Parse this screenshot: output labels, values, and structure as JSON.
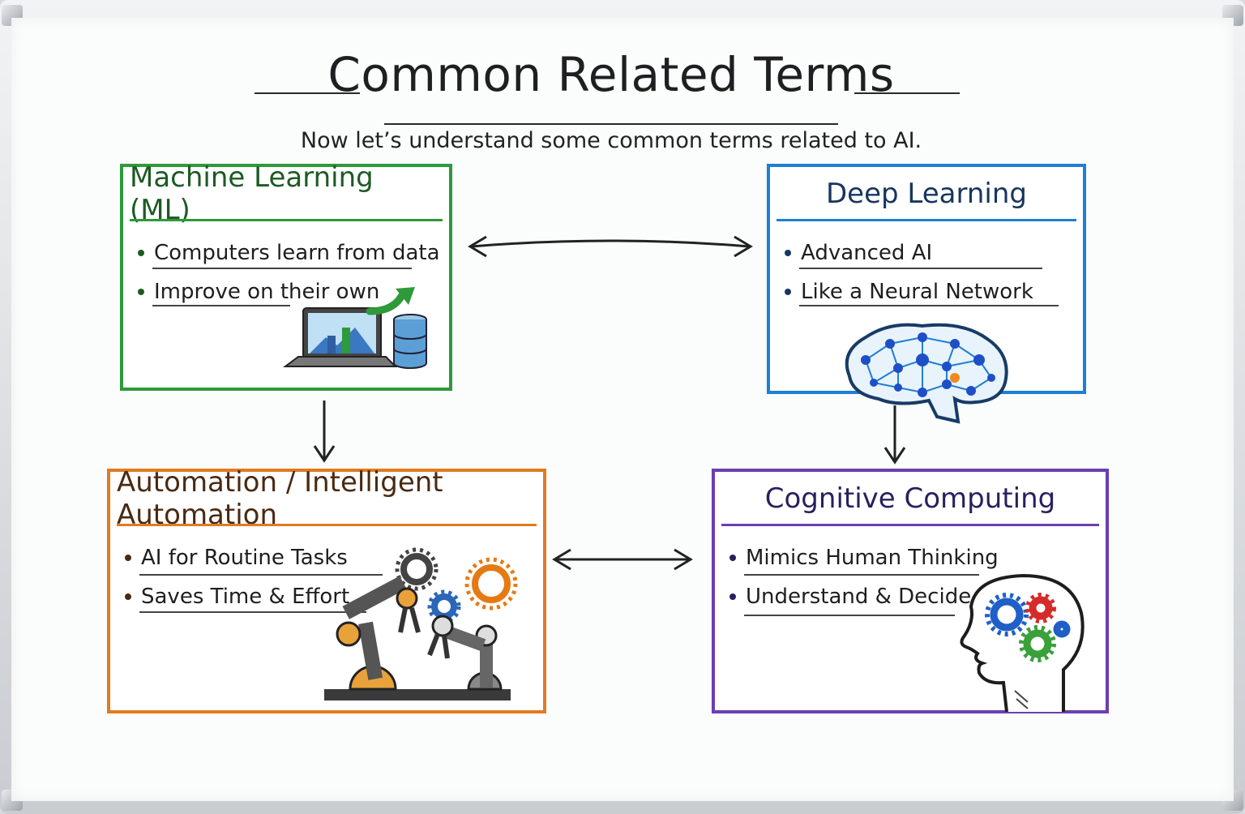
{
  "title": "Common Related Terms",
  "subtitle": "Now let’s understand some common terms related to AI.",
  "cards": {
    "ml": {
      "title": "Machine Learning (ML)",
      "color": "#2e9a3a",
      "title_color": "#1d5a24",
      "bullets": [
        "Computers learn from data",
        "Improve on their own"
      ],
      "icon": "laptop-chart-database-icon"
    },
    "dl": {
      "title": "Deep Learning",
      "color": "#1e7fd4",
      "title_color": "#16365e",
      "bullets": [
        "Advanced AI",
        "Like a Neural Network"
      ],
      "icon": "neural-brain-icon"
    },
    "auto": {
      "title": "Automation / Intelligent Automation",
      "color": "#e07b1f",
      "title_color": "#4a2a12",
      "bullets": [
        "AI for Routine Tasks",
        "Saves Time & Effort"
      ],
      "icon": "robot-arms-gears-icon"
    },
    "cog": {
      "title": "Cognitive Computing",
      "color": "#6a3fb0",
      "title_color": "#2a1f5e",
      "bullets": [
        "Mimics Human Thinking",
        "Understand & Decide"
      ],
      "icon": "head-gears-icon"
    }
  }
}
